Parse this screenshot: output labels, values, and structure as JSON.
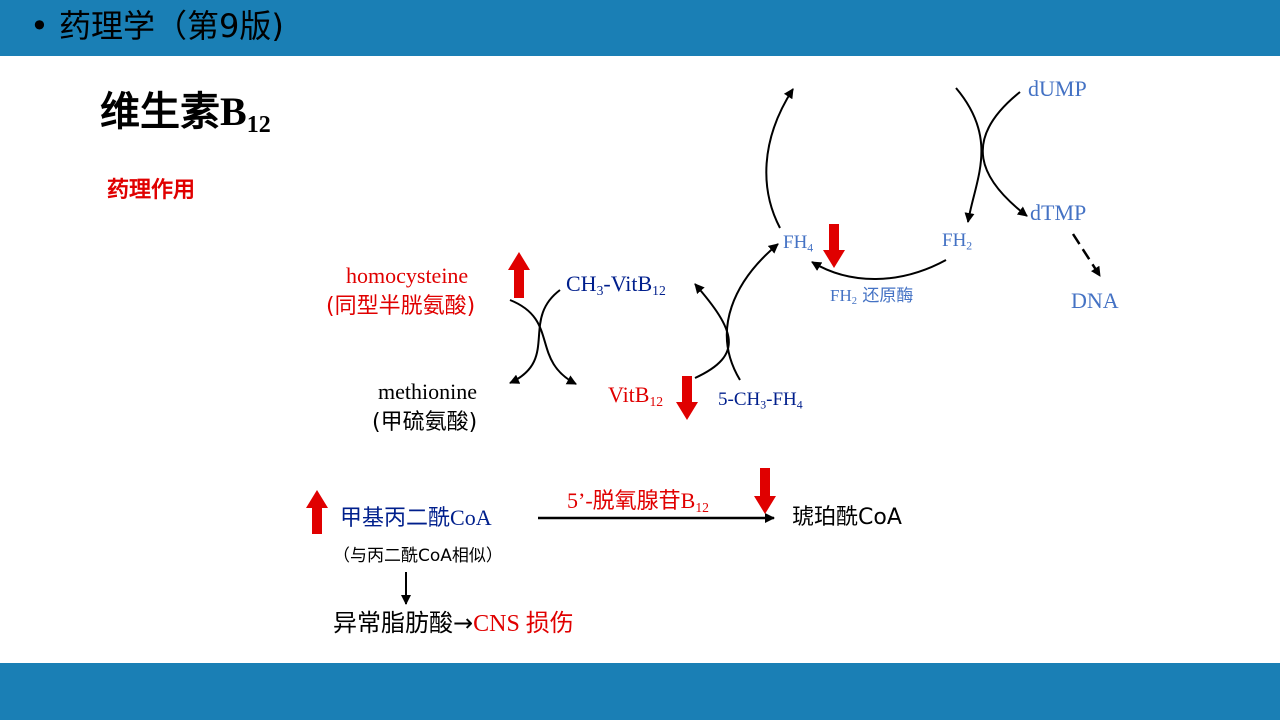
{
  "header": {
    "title": "药理学（第9版)"
  },
  "slide": {
    "title_main": "维生素B",
    "title_sub": "12",
    "subtitle": "药理作用"
  },
  "colors": {
    "bar": "#1a7fb5",
    "red": "#e00000",
    "navy": "#001f8c",
    "blue": "#4472c4",
    "black": "#000000"
  },
  "labels": {
    "homocysteine": "homocysteine",
    "homocysteine_cn": "(同型半胱氨酸)",
    "methionine": "methionine",
    "methionine_cn": "(甲硫氨酸)",
    "ch3_vitb12_a": "CH",
    "ch3_vitb12_b": "3",
    "ch3_vitb12_c": "-VitB",
    "ch3_vitb12_d": "12",
    "vitb12_a": "VitB",
    "vitb12_b": "12",
    "methyl_fh4_a": "5-CH",
    "methyl_fh4_b": "3",
    "methyl_fh4_c": "-FH",
    "methyl_fh4_d": "4",
    "fh4_a": "FH",
    "fh4_b": "4",
    "fh2_a": "FH",
    "fh2_b": "2",
    "fh2_reductase_a": "FH",
    "fh2_reductase_b": "2",
    "fh2_reductase_c": " 还原酶",
    "dump": "dUMP",
    "dtmp": "dTMP",
    "dna": "DNA",
    "methylmalonyl_a": "甲基丙二酰",
    "methylmalonyl_b": "CoA",
    "methylmalonyl_note": "（与丙二酰CoA相似）",
    "enzyme_a": "5’-脱氧腺苷B",
    "enzyme_b": "12",
    "succinyl": "琥珀酰CoA",
    "abnormal_a": "异常脂肪酸→",
    "abnormal_b": "CNS 损伤"
  }
}
